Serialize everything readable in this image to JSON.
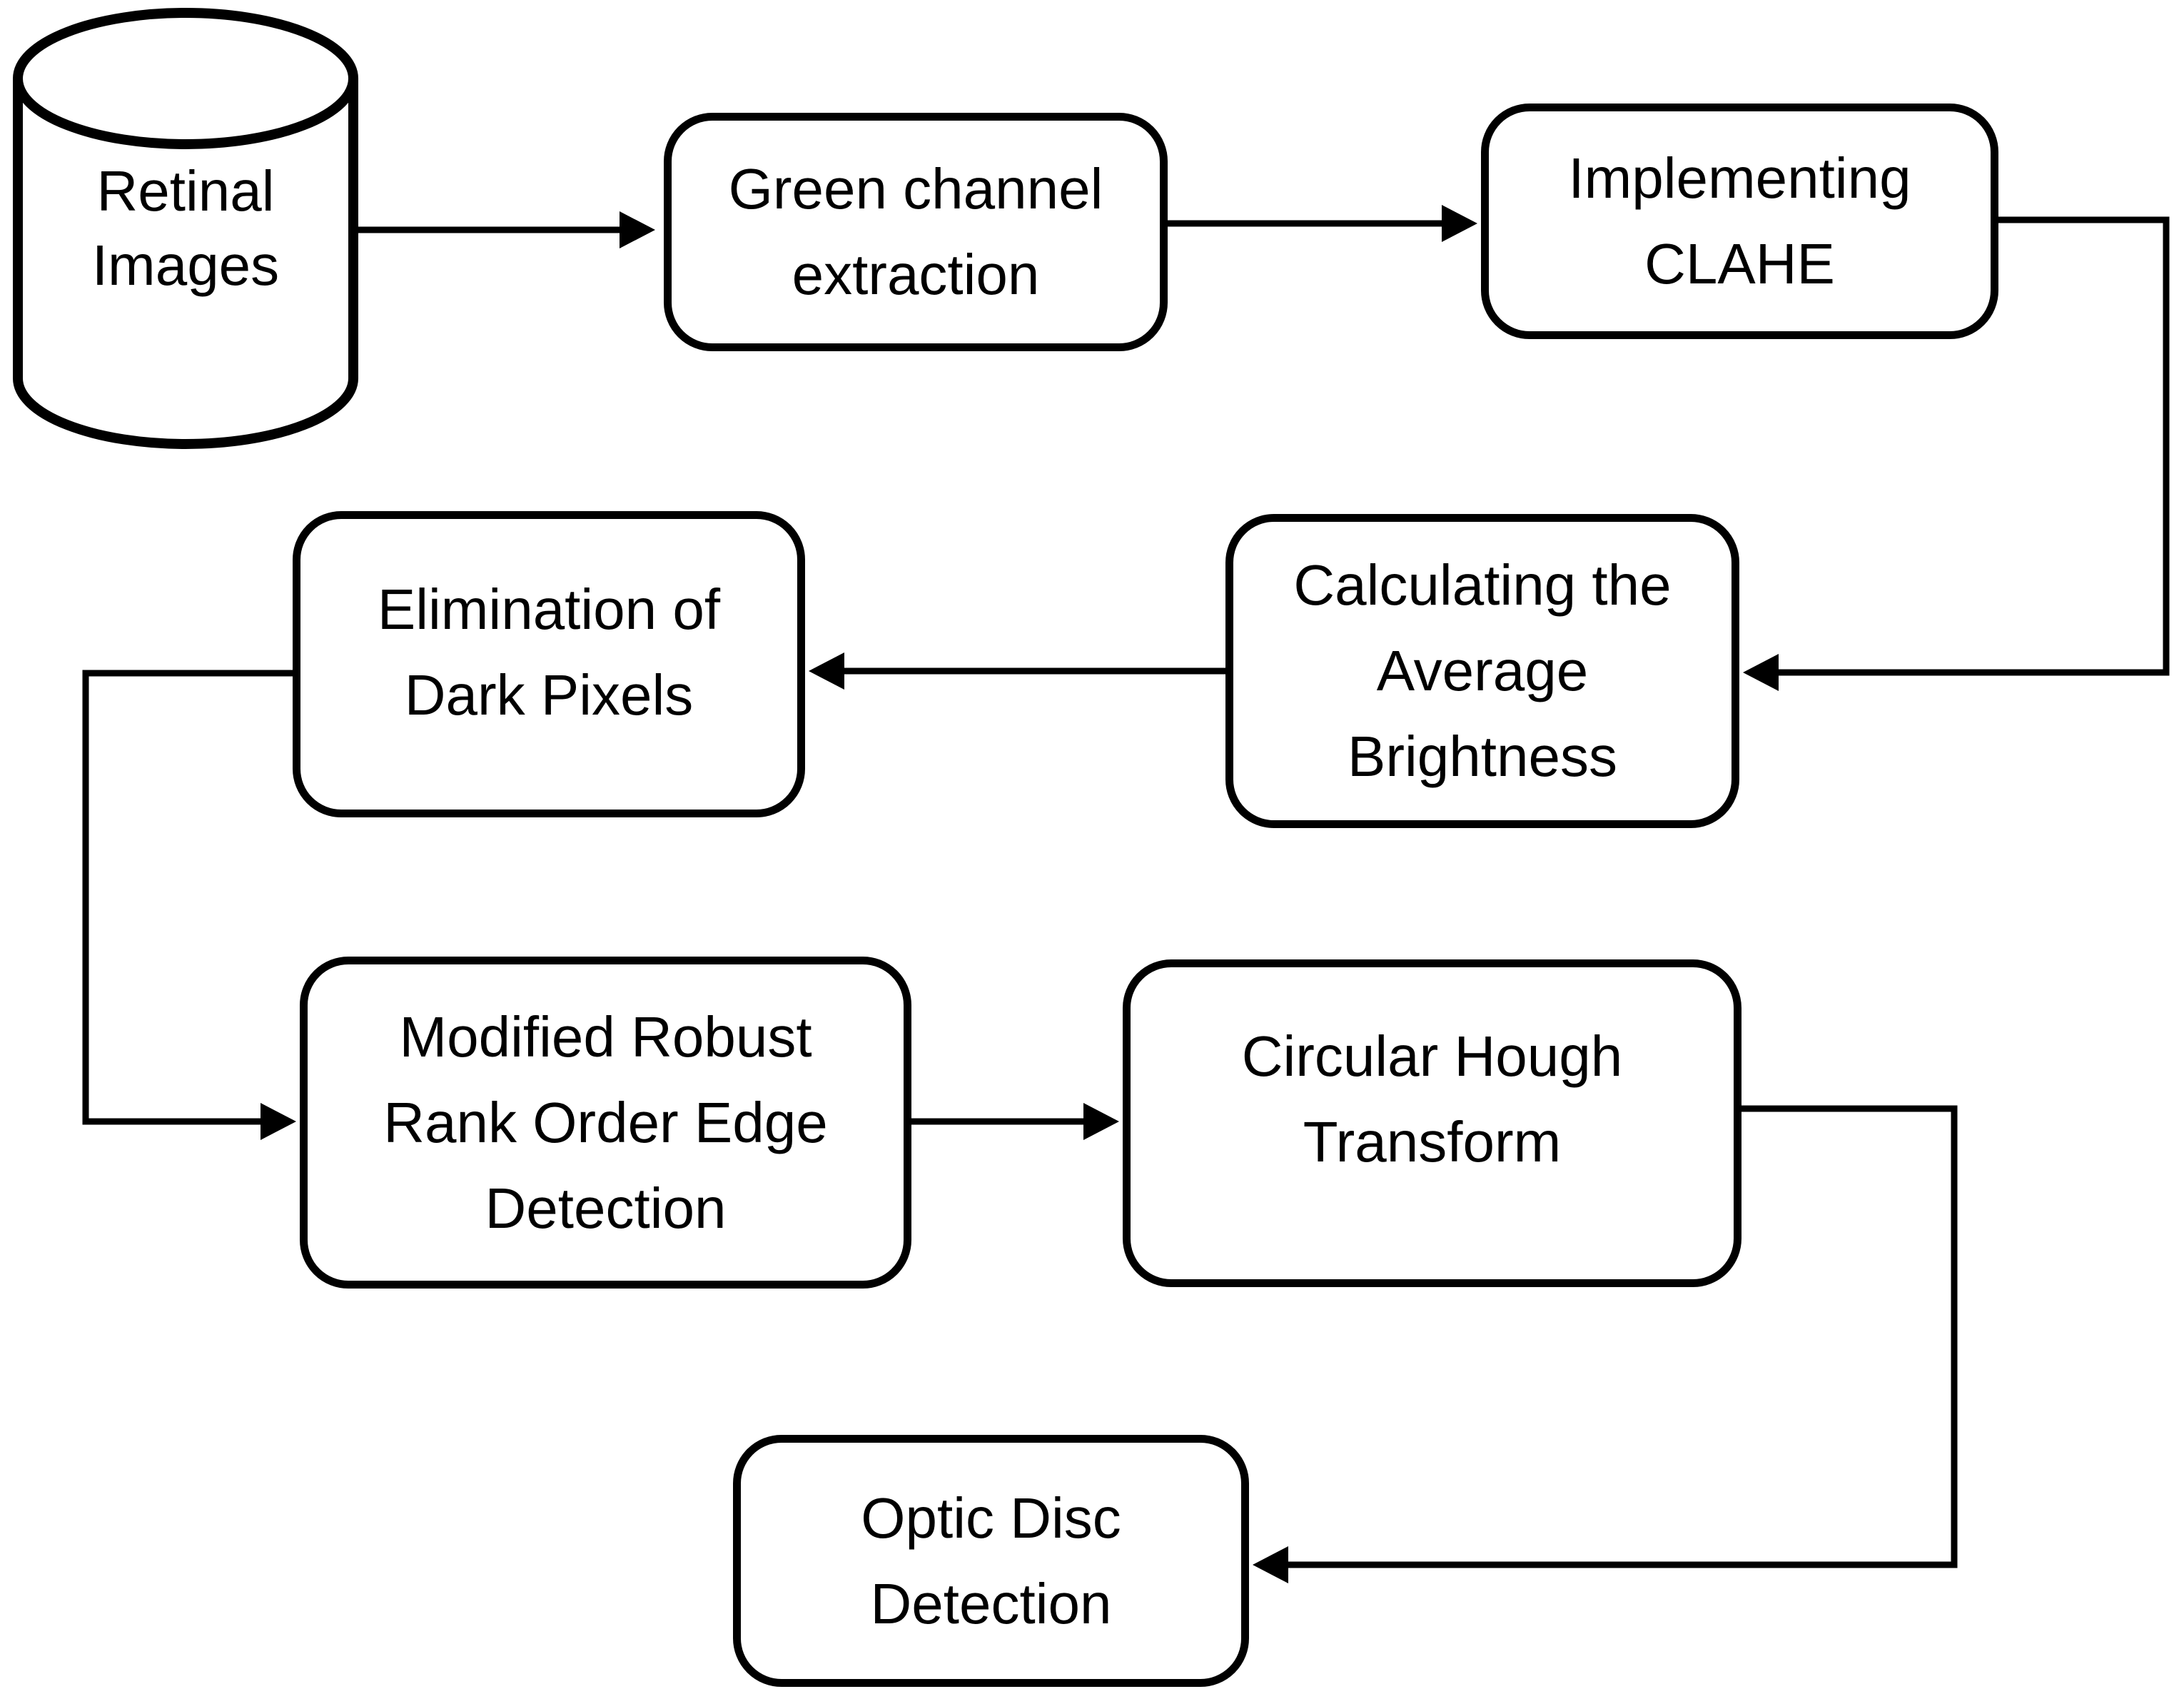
{
  "diagram": {
    "background": "#ffffff",
    "stroke_color": "#000000",
    "nodes": [
      {
        "id": "retinal-images",
        "shape": "cylinder",
        "lines": [
          "Retinal",
          "Images"
        ]
      },
      {
        "id": "green-channel-extraction",
        "shape": "rounded-rect",
        "lines": [
          "Green channel",
          "extraction"
        ]
      },
      {
        "id": "implementing-clahe",
        "shape": "rounded-rect",
        "lines": [
          "Implementing",
          "CLAHE"
        ]
      },
      {
        "id": "calculating-average-brightness",
        "shape": "rounded-rect",
        "lines": [
          "Calculating the",
          "Average",
          "Brightness"
        ]
      },
      {
        "id": "elimination-of-dark-pixels",
        "shape": "rounded-rect",
        "lines": [
          "Elimination of",
          "Dark Pixels"
        ]
      },
      {
        "id": "modified-rank-order-edge",
        "shape": "rounded-rect",
        "lines": [
          "Modified Robust",
          "Rank Order Edge",
          "Detection"
        ]
      },
      {
        "id": "circular-hough-transform",
        "shape": "rounded-rect",
        "lines": [
          "Circular Hough",
          "Transform"
        ]
      },
      {
        "id": "optic-disc-detection",
        "shape": "rounded-rect",
        "lines": [
          "Optic Disc",
          "Detection"
        ]
      }
    ],
    "edges": [
      {
        "from": "retinal-images",
        "to": "green-channel-extraction"
      },
      {
        "from": "green-channel-extraction",
        "to": "implementing-clahe"
      },
      {
        "from": "implementing-clahe",
        "to": "calculating-average-brightness"
      },
      {
        "from": "calculating-average-brightness",
        "to": "elimination-of-dark-pixels"
      },
      {
        "from": "elimination-of-dark-pixels",
        "to": "modified-rank-order-edge"
      },
      {
        "from": "modified-rank-order-edge",
        "to": "circular-hough-transform"
      },
      {
        "from": "circular-hough-transform",
        "to": "optic-disc-detection"
      }
    ]
  }
}
